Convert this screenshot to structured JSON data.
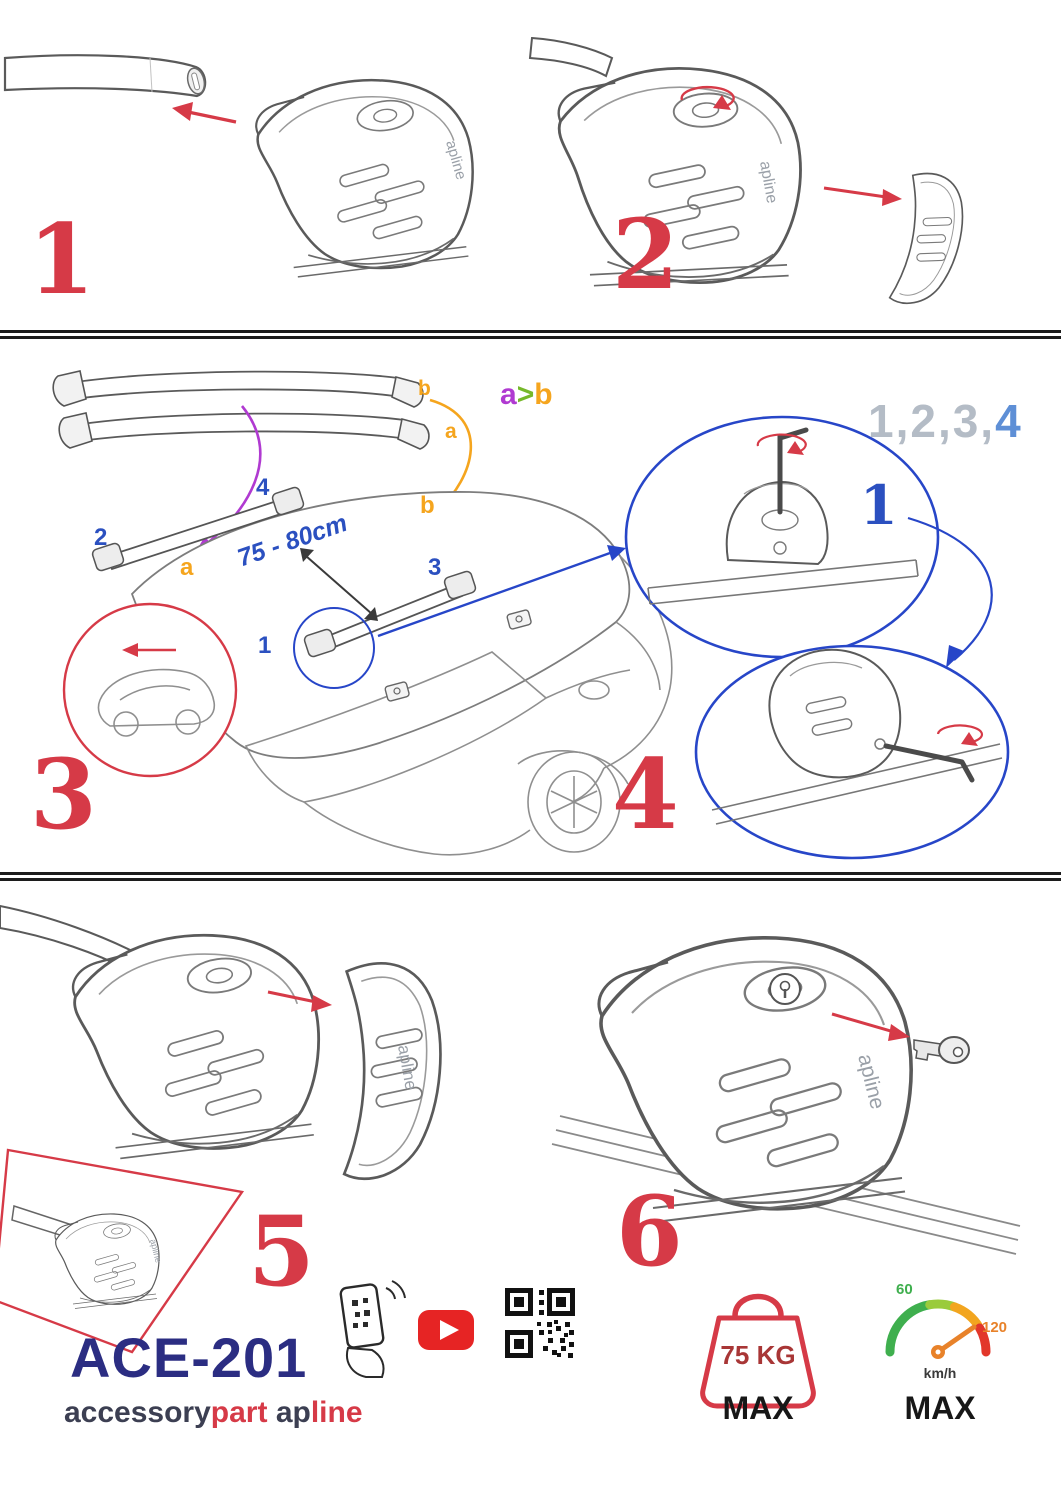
{
  "title": "Roof rack installation instruction sheet",
  "colors": {
    "red": "#d63a47",
    "blue": "#2b50c0",
    "callout_blue": "#2746c8",
    "light_blue": "#5e8fd6",
    "gray": "#b4bcc6",
    "orange": "#f5a51e",
    "purple": "#b03ad1",
    "green": "#76b82a",
    "navy": "#2b2d82",
    "brand_dark": "#3c3f52"
  },
  "steps": {
    "n1": "1",
    "n2": "2",
    "n3": "3",
    "n4": "4",
    "n5": "5",
    "n6": "6"
  },
  "middle": {
    "bars": {
      "top_label": "b",
      "bottom_label": "a"
    },
    "order_note": {
      "a": "a",
      "gt": ">",
      "b": "b"
    },
    "sequence": {
      "gray": "1,2,3,",
      "blue": "4"
    },
    "roof": {
      "foot1": "1",
      "foot2": "2",
      "foot3": "3",
      "foot4": "4",
      "bar_a": "a",
      "bar_b": "b",
      "distance": "75 - 80cm"
    },
    "callout": {
      "step": "1"
    }
  },
  "logos": {
    "foot": "apline"
  },
  "footer": {
    "model": "ACE-201",
    "brand": {
      "accessory": "accessory",
      "part": "part",
      "ap": "ap",
      "line": "line"
    },
    "weight": {
      "value": "75 KG",
      "max": "MAX"
    },
    "speed": {
      "t60": "60",
      "t120": "120",
      "unit": "km/h",
      "max": "MAX"
    }
  }
}
